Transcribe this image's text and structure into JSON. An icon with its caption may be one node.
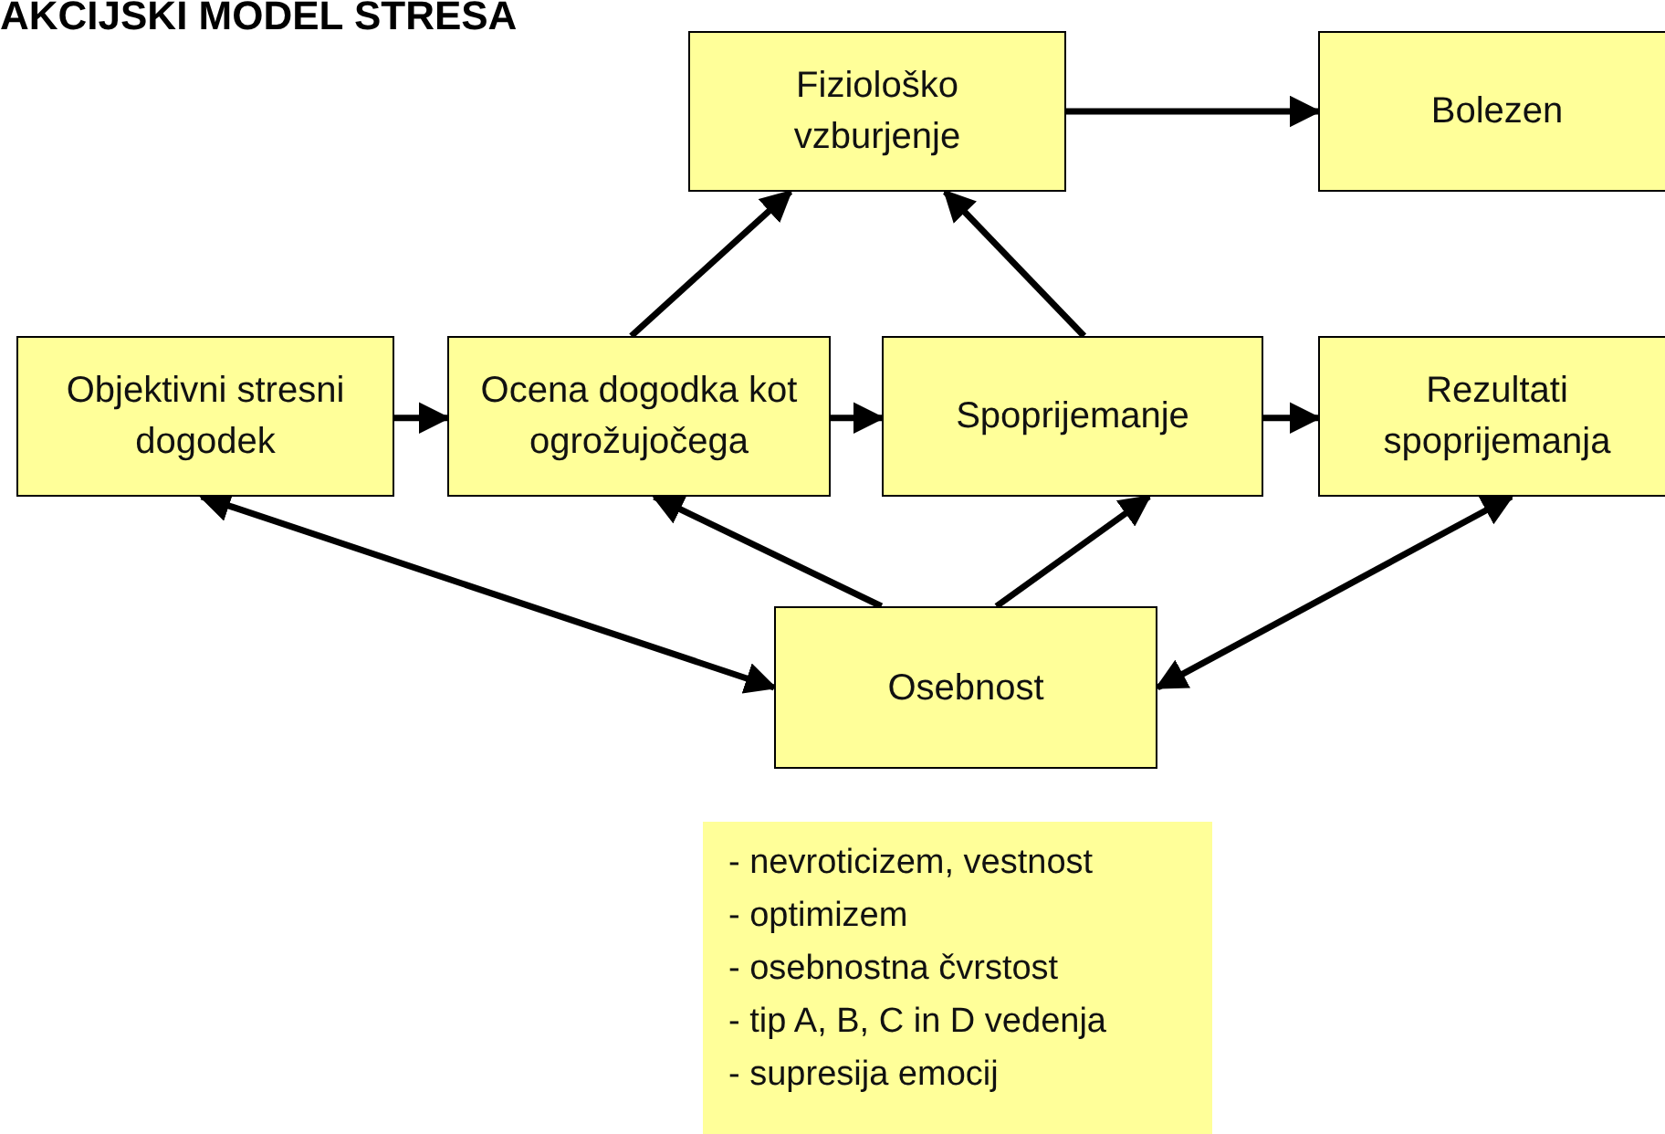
{
  "diagram": {
    "title": "AKCIJSKI MODEL STRESA",
    "nodes": [
      {
        "text": [
          "Fiziološko vzburjenje"
        ]
      },
      {
        "text": [
          "Bolezen"
        ]
      },
      {
        "text": [
          "Objektivni stresni dogodek"
        ]
      },
      {
        "text": [
          "Ocena dogodka kot ogrožujočega"
        ]
      },
      {
        "text": [
          "Spoprijemanje"
        ]
      },
      {
        "text": [
          "Rezultati spoprijemanja"
        ]
      },
      {
        "text": [
          "Osebnost"
        ]
      },
      {
        "text": [
          "- nevroticizem, vestnost",
          "- optimizem",
          "- osebnostna čvrstost",
          "- tip A, B, C in D vedenja",
          "- supresija emocij"
        ]
      }
    ],
    "edges": [
      {
        "from": 0,
        "to": 1,
        "arrow": "to"
      },
      {
        "from": 2,
        "to": 3,
        "arrow": "to"
      },
      {
        "from": 3,
        "to": 4,
        "arrow": "to"
      },
      {
        "from": 4,
        "to": 5,
        "arrow": "to"
      },
      {
        "from": 3,
        "to": 0,
        "arrow": "to"
      },
      {
        "from": 4,
        "to": 0,
        "arrow": "to"
      },
      {
        "from": 6,
        "to": 2,
        "arrow": "both"
      },
      {
        "from": 6,
        "to": 3,
        "arrow": "to"
      },
      {
        "from": 6,
        "to": 4,
        "arrow": "to"
      },
      {
        "from": 6,
        "to": 5,
        "arrow": "both"
      }
    ]
  }
}
